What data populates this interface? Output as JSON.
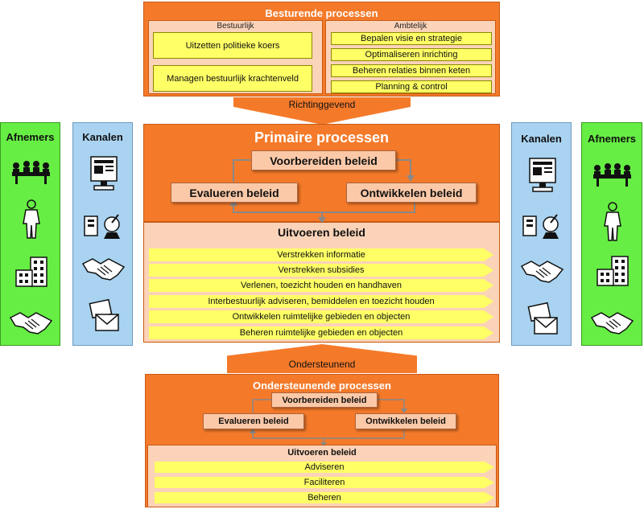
{
  "besturend": {
    "title": "Besturende processen",
    "bestuurlijk": {
      "label": "Bestuurlijk",
      "items": [
        "Uitzetten politieke koers",
        "Managen bestuurlijk krachtenveld"
      ]
    },
    "ambtelijk": {
      "label": "Ambtelijk",
      "items": [
        "Bepalen visie en strategie",
        "Optimaliseren inrichting",
        "Beheren relaties binnen keten",
        "Planning & control"
      ]
    },
    "arrow_label": "Richtinggevend"
  },
  "primair": {
    "title": "Primaire processen",
    "voorbereiden": "Voorbereiden beleid",
    "evalueren": "Evalueren beleid",
    "ontwikkelen": "Ontwikkelen beleid",
    "uitvoeren_title": "Uitvoeren beleid",
    "uitvoeren_items": [
      "Verstrekken informatie",
      "Verstrekken subsidies",
      "Verlenen, toezicht houden en handhaven",
      "Interbestuurlijk adviseren, bemiddelen en  toezicht houden",
      "Ontwikkelen ruimtelijke gebieden en objecten",
      "Beheren ruimtelijke gebieden en objecten"
    ]
  },
  "ondersteunend": {
    "arrow_label": "Ondersteunend",
    "title": "Ondersteunende processen",
    "voorbereiden": "Voorbereiden beleid",
    "evalueren": "Evalueren beleid",
    "ontwikkelen": "Ontwikkelen beleid",
    "uitvoeren_title": "Uitvoeren beleid",
    "uitvoeren_items": [
      "Adviseren",
      "Faciliteren",
      "Beheren"
    ]
  },
  "left": {
    "afnemers": "Afnemers",
    "kanalen": "Kanalen"
  },
  "right": {
    "kanalen": "Kanalen",
    "afnemers": "Afnemers"
  },
  "colors": {
    "orange": "#f47a2a",
    "pale_orange": "#fbd3b8",
    "yellow": "#ffff66",
    "green": "#66ee44",
    "blue": "#a9d3f0"
  }
}
